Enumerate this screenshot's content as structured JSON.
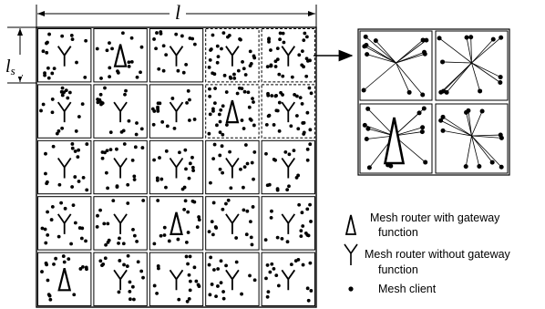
{
  "dimension_labels": {
    "grid_width": "l",
    "cell_size_main": "l",
    "cell_size_sub": "s"
  },
  "grid": {
    "rows": 5,
    "cols": 5,
    "gateway_cells": [
      [
        0,
        1
      ],
      [
        1,
        3
      ],
      [
        3,
        2
      ],
      [
        4,
        0
      ]
    ],
    "dense_cells": [
      [
        0,
        3
      ],
      [
        0,
        4
      ],
      [
        1,
        3
      ],
      [
        1,
        4
      ]
    ]
  },
  "zoom": {
    "gateway_cell": [
      1,
      0
    ]
  },
  "legend": {
    "gateway_router": "Mesh router with gateway",
    "gateway_router_cont": "function",
    "router_no_gateway": "Mesh router without gateway",
    "router_no_gateway_cont": "function",
    "mesh_client": "Mesh client"
  }
}
